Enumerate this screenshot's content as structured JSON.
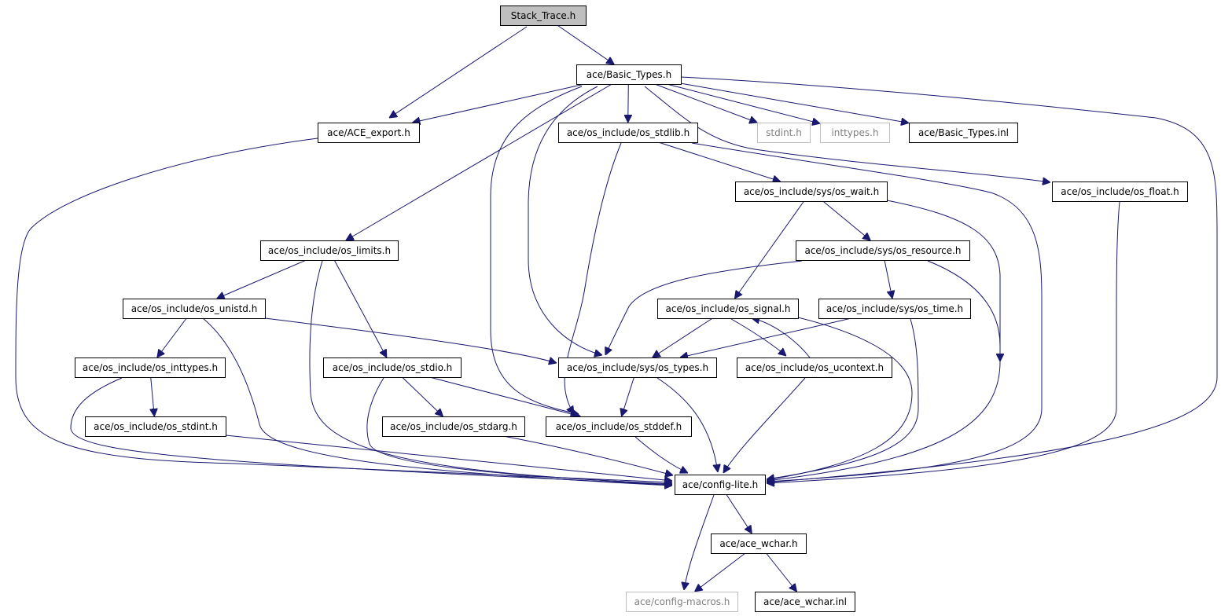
{
  "diagram": {
    "nodes": [
      {
        "id": "stack_trace",
        "label": "Stack_Trace.h",
        "style": "root"
      },
      {
        "id": "basic_types",
        "label": "ace/Basic_Types.h",
        "style": "normal"
      },
      {
        "id": "ace_export",
        "label": "ace/ACE_export.h",
        "style": "normal"
      },
      {
        "id": "os_stdlib",
        "label": "ace/os_include/os_stdlib.h",
        "style": "normal"
      },
      {
        "id": "stdint",
        "label": "stdint.h",
        "style": "missing"
      },
      {
        "id": "inttypes",
        "label": "inttypes.h",
        "style": "missing"
      },
      {
        "id": "basic_types_inl",
        "label": "ace/Basic_Types.inl",
        "style": "normal"
      },
      {
        "id": "os_wait",
        "label": "ace/os_include/sys/os_wait.h",
        "style": "normal"
      },
      {
        "id": "os_float",
        "label": "ace/os_include/os_float.h",
        "style": "normal"
      },
      {
        "id": "os_limits",
        "label": "ace/os_include/os_limits.h",
        "style": "normal"
      },
      {
        "id": "os_resource",
        "label": "ace/os_include/sys/os_resource.h",
        "style": "normal"
      },
      {
        "id": "os_unistd",
        "label": "ace/os_include/os_unistd.h",
        "style": "normal"
      },
      {
        "id": "os_signal",
        "label": "ace/os_include/os_signal.h",
        "style": "normal"
      },
      {
        "id": "os_time",
        "label": "ace/os_include/sys/os_time.h",
        "style": "normal"
      },
      {
        "id": "os_inttypes",
        "label": "ace/os_include/os_inttypes.h",
        "style": "normal"
      },
      {
        "id": "os_stdio",
        "label": "ace/os_include/os_stdio.h",
        "style": "normal"
      },
      {
        "id": "os_types",
        "label": "ace/os_include/sys/os_types.h",
        "style": "normal"
      },
      {
        "id": "os_ucontext",
        "label": "ace/os_include/os_ucontext.h",
        "style": "normal"
      },
      {
        "id": "os_stdint",
        "label": "ace/os_include/os_stdint.h",
        "style": "normal"
      },
      {
        "id": "os_stdarg",
        "label": "ace/os_include/os_stdarg.h",
        "style": "normal"
      },
      {
        "id": "os_stddef",
        "label": "ace/os_include/os_stddef.h",
        "style": "normal"
      },
      {
        "id": "config_lite",
        "label": "ace/config-lite.h",
        "style": "normal"
      },
      {
        "id": "ace_wchar",
        "label": "ace/ace_wchar.h",
        "style": "normal"
      },
      {
        "id": "config_macros",
        "label": "ace/config-macros.h",
        "style": "missing"
      },
      {
        "id": "ace_wchar_inl",
        "label": "ace/ace_wchar.inl",
        "style": "normal"
      }
    ],
    "edges": [
      {
        "from": "stack_trace",
        "to": "basic_types"
      },
      {
        "from": "stack_trace",
        "to": "ace_export"
      },
      {
        "from": "basic_types",
        "to": "ace_export"
      },
      {
        "from": "basic_types",
        "to": "os_stdlib"
      },
      {
        "from": "basic_types",
        "to": "stdint"
      },
      {
        "from": "basic_types",
        "to": "inttypes"
      },
      {
        "from": "basic_types",
        "to": "basic_types_inl"
      },
      {
        "from": "basic_types",
        "to": "os_float"
      },
      {
        "from": "basic_types",
        "to": "os_limits"
      },
      {
        "from": "basic_types",
        "to": "os_types"
      },
      {
        "from": "basic_types",
        "to": "os_stddef"
      },
      {
        "from": "basic_types",
        "to": "config_lite"
      },
      {
        "from": "ace_export",
        "to": "config_lite"
      },
      {
        "from": "os_stdlib",
        "to": "os_wait"
      },
      {
        "from": "os_stdlib",
        "to": "os_stddef"
      },
      {
        "from": "os_stdlib",
        "to": "config_lite"
      },
      {
        "from": "os_wait",
        "to": "os_resource"
      },
      {
        "from": "os_wait",
        "to": "os_signal"
      },
      {
        "from": "os_wait",
        "to": "config_lite"
      },
      {
        "from": "os_float",
        "to": "config_lite"
      },
      {
        "from": "os_limits",
        "to": "os_unistd"
      },
      {
        "from": "os_limits",
        "to": "os_stdio"
      },
      {
        "from": "os_limits",
        "to": "config_lite"
      },
      {
        "from": "os_resource",
        "to": "os_time"
      },
      {
        "from": "os_resource",
        "to": "os_types"
      },
      {
        "from": "os_resource",
        "to": "config_lite"
      },
      {
        "from": "os_unistd",
        "to": "os_inttypes"
      },
      {
        "from": "os_unistd",
        "to": "os_types"
      },
      {
        "from": "os_unistd",
        "to": "config_lite"
      },
      {
        "from": "os_signal",
        "to": "os_types"
      },
      {
        "from": "os_signal",
        "to": "os_ucontext"
      },
      {
        "from": "os_signal",
        "to": "config_lite"
      },
      {
        "from": "os_time",
        "to": "os_types"
      },
      {
        "from": "os_time",
        "to": "config_lite"
      },
      {
        "from": "os_inttypes",
        "to": "os_stdint"
      },
      {
        "from": "os_inttypes",
        "to": "config_lite"
      },
      {
        "from": "os_stdio",
        "to": "os_stdarg"
      },
      {
        "from": "os_stdio",
        "to": "os_stddef"
      },
      {
        "from": "os_stdio",
        "to": "config_lite"
      },
      {
        "from": "os_types",
        "to": "os_stddef"
      },
      {
        "from": "os_types",
        "to": "config_lite"
      },
      {
        "from": "os_ucontext",
        "to": "os_signal"
      },
      {
        "from": "os_ucontext",
        "to": "config_lite"
      },
      {
        "from": "os_stdint",
        "to": "config_lite"
      },
      {
        "from": "os_stdarg",
        "to": "config_lite"
      },
      {
        "from": "os_stddef",
        "to": "config_lite"
      },
      {
        "from": "config_lite",
        "to": "ace_wchar"
      },
      {
        "from": "config_lite",
        "to": "config_macros"
      },
      {
        "from": "ace_wchar",
        "to": "config_macros"
      },
      {
        "from": "ace_wchar",
        "to": "ace_wchar_inl"
      }
    ]
  }
}
